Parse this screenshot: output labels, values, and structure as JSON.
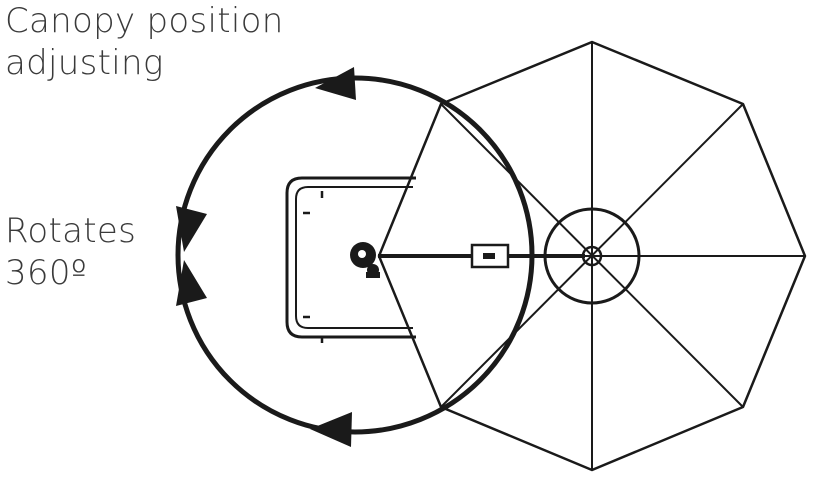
{
  "labels": {
    "canopy_adjusting": {
      "line1": "Canopy position",
      "line2": "adjusting"
    },
    "rotation": {
      "line1": "Rotates",
      "line2": "360º"
    }
  },
  "colors": {
    "ink": "#1a1a1a",
    "text": "#3a3a3a",
    "background": "#ffffff"
  }
}
